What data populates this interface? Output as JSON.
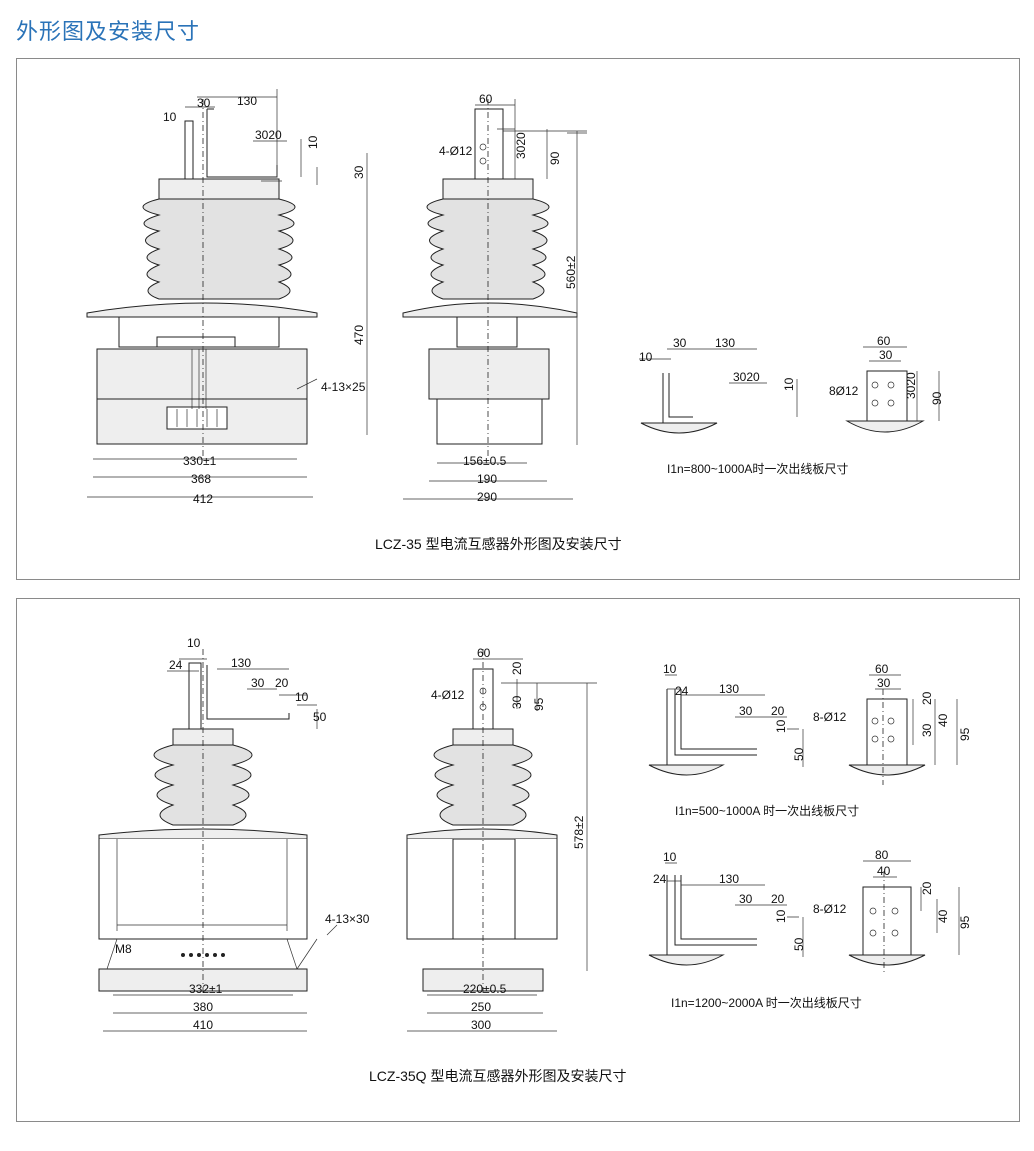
{
  "page": {
    "title": "外形图及安装尺寸"
  },
  "panel_top": {
    "caption": "LCZ-35 型电流互感器外形图及安装尺寸",
    "front": {
      "d10": "10",
      "d30": "30",
      "d130": "130",
      "d3020": "3020",
      "d10b": "10",
      "d30b": "30",
      "d470": "470",
      "d4_13x25": "4-13×25",
      "d330": "330±1",
      "d368": "368",
      "d412": "412"
    },
    "side": {
      "d60": "60",
      "d4phi12": "4-Ø12",
      "d3020": "3020",
      "d90": "90",
      "d560": "560±2",
      "d156": "156±0.5",
      "d190": "190",
      "d290": "290"
    },
    "detail": {
      "d10": "10",
      "d30": "30",
      "d130": "130",
      "d3020": "3020",
      "d10b": "10",
      "d60": "60",
      "d30b": "30",
      "d8phi12": "8Ø12",
      "d3020b": "3020",
      "d90": "90",
      "note": "I1n=800~1000A时一次出线板尺寸"
    }
  },
  "panel_bottom": {
    "caption": "LCZ-35Q 型电流互感器外形图及安装尺寸",
    "front": {
      "d10": "10",
      "d24": "24",
      "d130": "130",
      "d30": "30",
      "d20": "20",
      "d10b": "10",
      "d50": "50",
      "d4_13x30": "4-13×30",
      "m8": "M8",
      "d332": "332±1",
      "d380": "380",
      "d410": "410"
    },
    "side": {
      "d60": "60",
      "d20": "20",
      "d4phi12": "4-Ø12",
      "d30": "30",
      "d95": "95",
      "d578": "578±2",
      "d220": "220±0.5",
      "d250": "250",
      "d300": "300"
    },
    "detail_a": {
      "d10": "10",
      "d24": "24",
      "d130": "130",
      "d30": "30",
      "d20": "20",
      "d10b": "10",
      "d50": "50",
      "d60": "60",
      "d30b": "30",
      "d20b": "20",
      "d8phi12": "8-Ø12",
      "d30c": "30",
      "d40": "40",
      "d95": "95",
      "note": "I1n=500~1000A 时一次出线板尺寸"
    },
    "detail_b": {
      "d10": "10",
      "d24": "24",
      "d130": "130",
      "d30": "30",
      "d20": "20",
      "d10b": "10",
      "d50": "50",
      "d80": "80",
      "d40": "40",
      "d20b": "20",
      "d8phi12": "8-Ø12",
      "d40b": "40",
      "d95": "95",
      "note": "I1n=1200~2000A 时一次出线板尺寸"
    }
  }
}
